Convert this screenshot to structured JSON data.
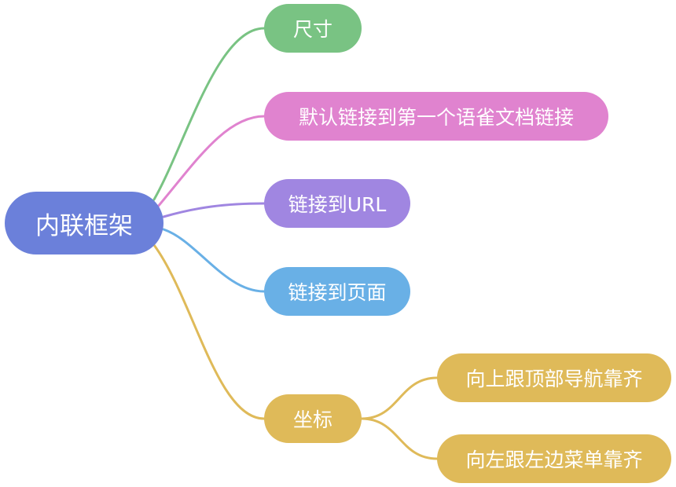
{
  "mindmap": {
    "root": {
      "label": "内联框架",
      "color": "#6b80da"
    },
    "branches": [
      {
        "label": "尺寸",
        "color": "#79c383"
      },
      {
        "label": "默认链接到第一个语雀文档链接",
        "color": "#e083cf"
      },
      {
        "label": "链接到URL",
        "color": "#a086e1"
      },
      {
        "label": "链接到页面",
        "color": "#69b0e6"
      },
      {
        "label": "坐标",
        "color": "#dfba59",
        "children": [
          {
            "label": "向上跟顶部导航靠齐",
            "color": "#dfba59"
          },
          {
            "label": "向左跟左边菜单靠齐",
            "color": "#dfba59"
          }
        ]
      }
    ]
  }
}
